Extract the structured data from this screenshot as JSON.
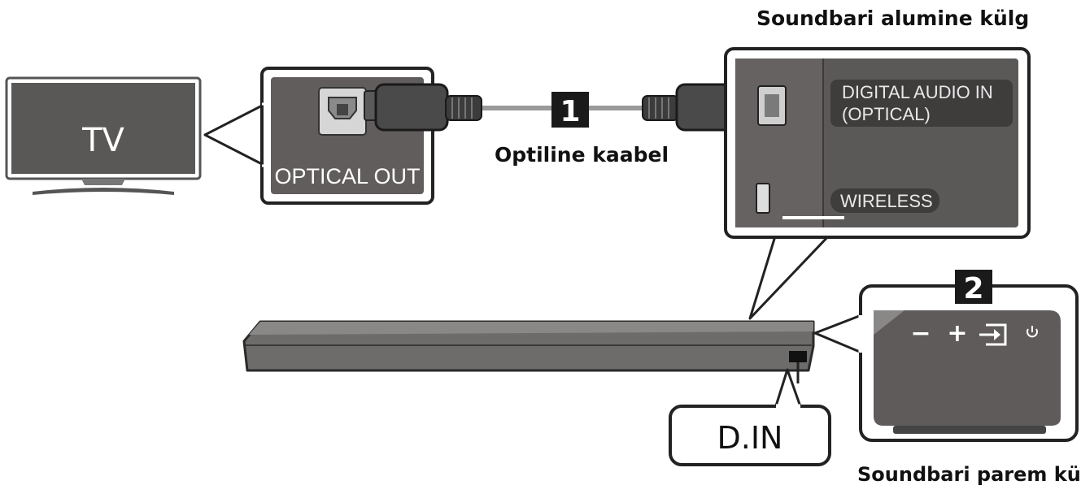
{
  "tv": {
    "label": "TV"
  },
  "tv_port": {
    "label": "OPTICAL OUT"
  },
  "cable": {
    "step": "1",
    "label": "Optiline kaabel"
  },
  "soundbar_bottom": {
    "title": "Soundbari alumine külg",
    "port_label_line1": "DIGITAL AUDIO IN",
    "port_label_line2": "(OPTICAL)",
    "wireless_label": "WIRELESS"
  },
  "soundbar_right": {
    "step": "2",
    "title": "Soundbari parem külg",
    "buttons": {
      "minus": "−",
      "plus": "+"
    }
  },
  "soundbar_port": {
    "label": "D.IN"
  }
}
